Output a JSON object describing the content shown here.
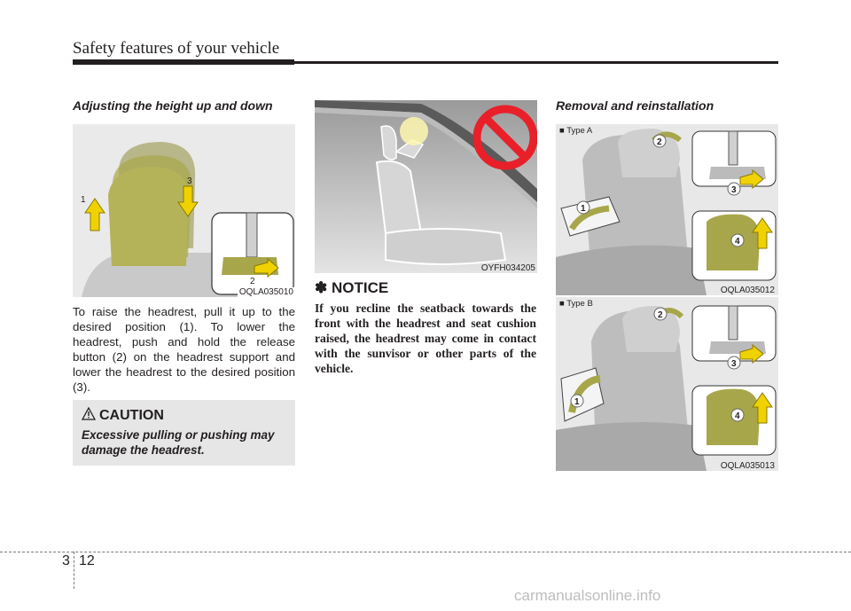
{
  "header": {
    "title": "Safety features of your vehicle"
  },
  "left": {
    "heading": "Adjusting the height up and down",
    "figure_code": "OQLA035010",
    "figure_callouts": [
      "1",
      "2",
      "3"
    ],
    "body": "To raise the headrest, pull it up to the desired position (1). To lower the headrest, push and hold the release button (2) on the headrest support and lower the headrest to the desired position (3).",
    "caution": {
      "title": "CAUTION",
      "text": "Excessive pulling or pushing may damage the headrest."
    }
  },
  "middle": {
    "figure_code": "OYFH034205",
    "notice": {
      "title": "✽ NOTICE",
      "text": "If you recline the seatback towards the front with the headrest and seat cushion raised, the headrest may come in contact with the sunvisor or other parts of the vehicle."
    }
  },
  "right": {
    "heading": "Removal and reinstallation",
    "type_a": {
      "label": "■ Type A",
      "figure_code": "OQLA035012",
      "callouts": [
        "1",
        "2",
        "3",
        "4"
      ]
    },
    "type_b": {
      "label": "■ Type B",
      "figure_code": "OQLA035013",
      "callouts": [
        "1",
        "2",
        "3",
        "4"
      ]
    }
  },
  "footer": {
    "chapter": "3",
    "page": "12",
    "watermark": "carmanualsonline.info"
  },
  "colors": {
    "headrest": "#a8a64a",
    "arrow_yellow": "#f0d200",
    "no_sign_red": "#e8202a",
    "caution_bg": "#e6e6e6"
  }
}
